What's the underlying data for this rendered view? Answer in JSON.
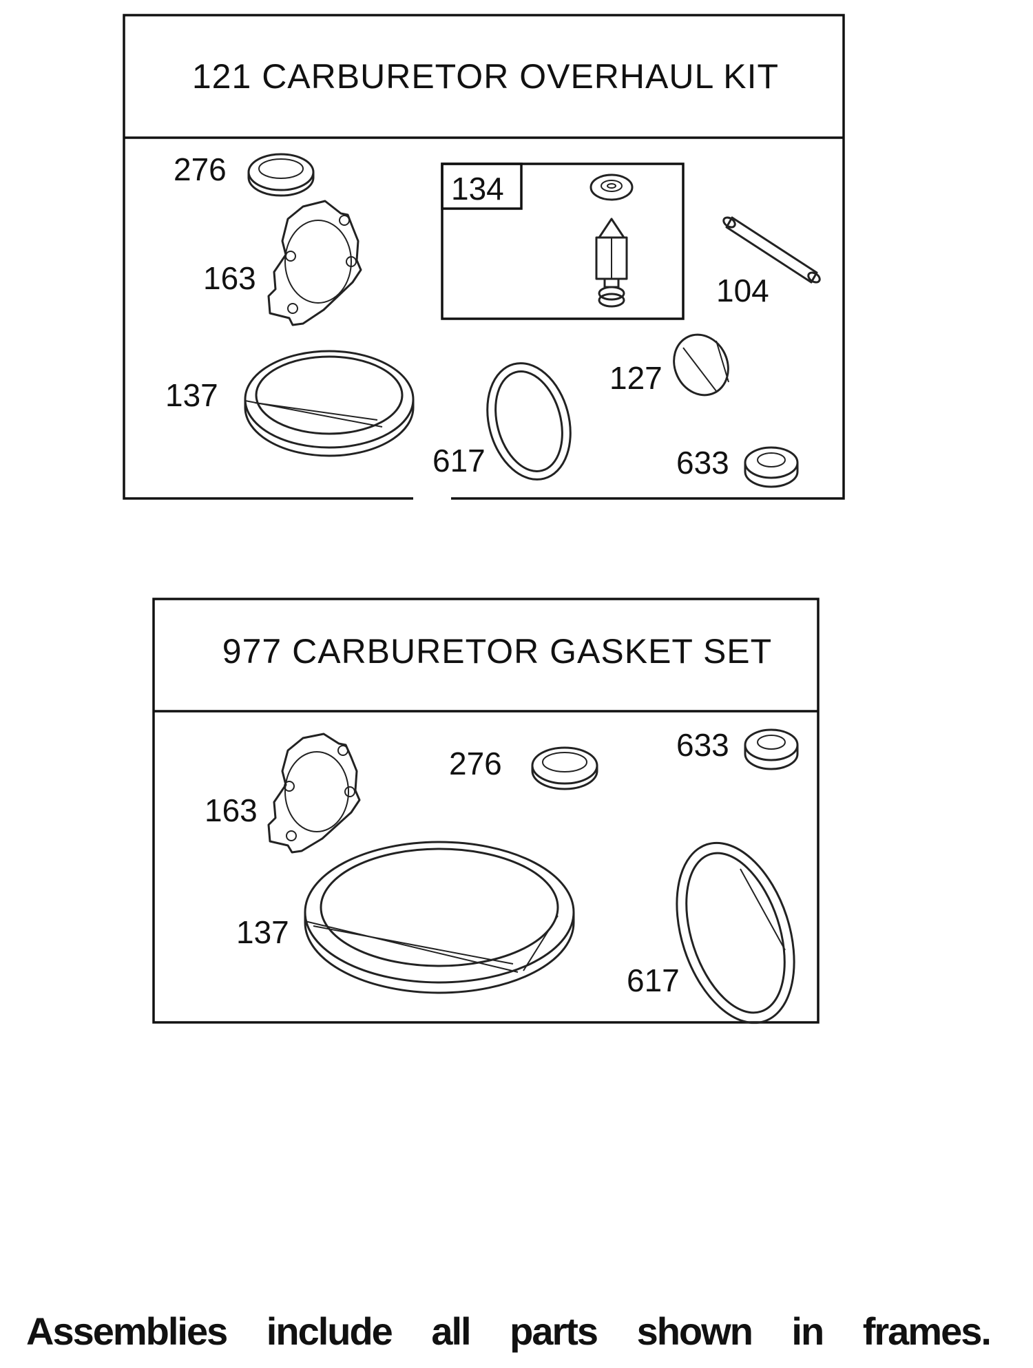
{
  "kit_overhaul": {
    "title": "121 CARBURETOR OVERHAUL KIT",
    "labels": {
      "p276": "276",
      "p163": "163",
      "p134": "134",
      "p104": "104",
      "p137": "137",
      "p127": "127",
      "p617": "617",
      "p633": "633"
    }
  },
  "kit_gasket": {
    "title": "977 CARBURETOR GASKET SET",
    "labels": {
      "p163": "163",
      "p276": "276",
      "p633": "633",
      "p137": "137",
      "p617": "617"
    }
  },
  "footer": {
    "words": [
      "Assemblies",
      "include",
      "all",
      "parts",
      "shown",
      "in",
      "frames."
    ]
  }
}
